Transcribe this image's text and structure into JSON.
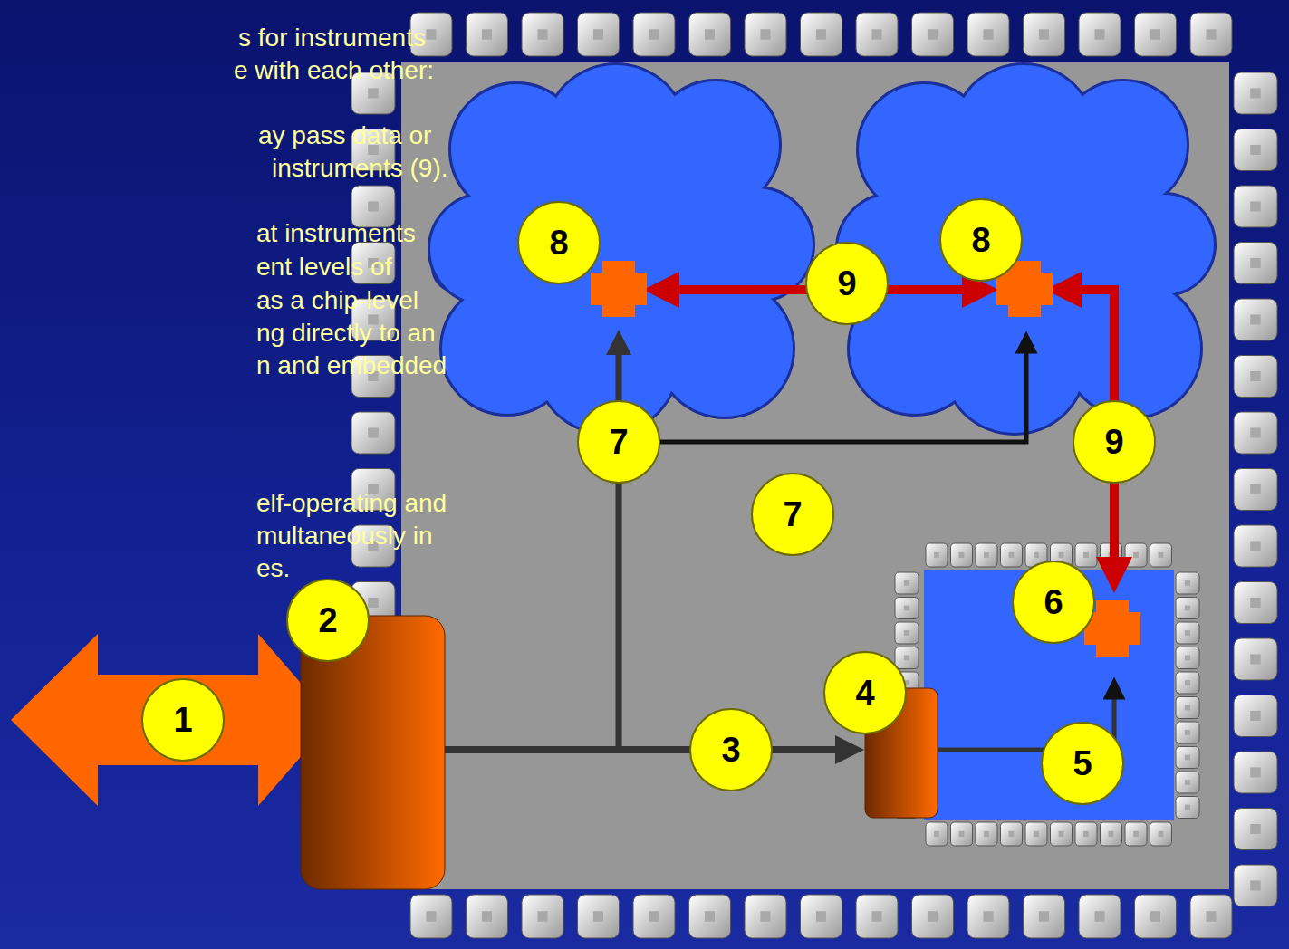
{
  "diagram": {
    "labels": [
      "s for instruments",
      "e with each other:",
      "ay pass data or",
      "instruments (9).",
      "at instruments",
      "ent levels of",
      "as a chip-level",
      "ng directly to an",
      "n and embedded",
      "elf-operating and",
      "multaneously in",
      "es.",
      "8",
      "8",
      "9",
      "7",
      "9",
      "7",
      "2",
      "6",
      "4",
      "1",
      "3",
      "5"
    ]
  }
}
